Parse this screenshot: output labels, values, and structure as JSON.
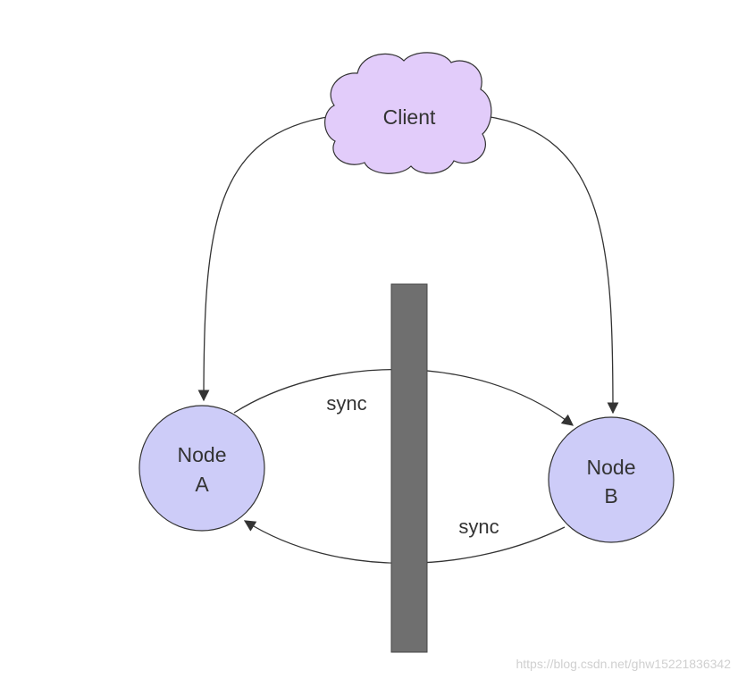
{
  "diagram": {
    "client": {
      "label": "Client",
      "fill": "#e2ccfa"
    },
    "node_a": {
      "label_line1": "Node",
      "label_line2": "A",
      "fill": "#cdccf8"
    },
    "node_b": {
      "label_line1": "Node",
      "label_line2": "B",
      "fill": "#cdccf8"
    },
    "barrier": {
      "fill": "#6f6f6f"
    },
    "sync_top_label": "sync",
    "sync_bottom_label": "sync",
    "stroke_color": "#333333"
  },
  "watermark": "https://blog.csdn.net/ghw15221836342"
}
